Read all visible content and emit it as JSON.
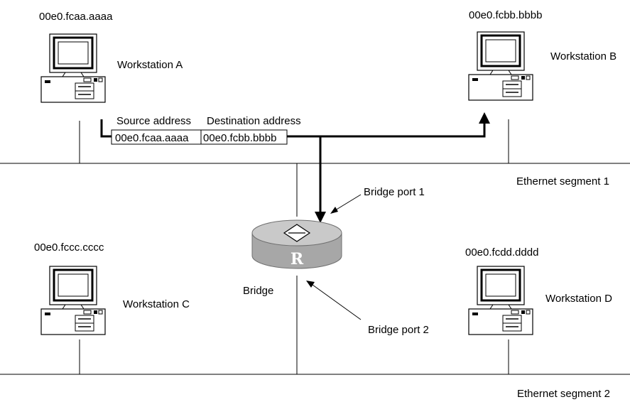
{
  "workstations": {
    "a": {
      "mac": "00e0.fcaa.aaaa",
      "label": "Workstation A"
    },
    "b": {
      "mac": "00e0.fcbb.bbbb",
      "label": "Workstation B"
    },
    "c": {
      "mac": "00e0.fccc.cccc",
      "label": "Workstation C"
    },
    "d": {
      "mac": "00e0.fcdd.dddd",
      "label": "Workstation D"
    }
  },
  "frame": {
    "source_header": "Source address",
    "destination_header": "Destination address",
    "source_value": "00e0.fcaa.aaaa",
    "destination_value": "00e0.fcbb.bbbb"
  },
  "segments": {
    "one": "Ethernet segment 1",
    "two": "Ethernet segment 2"
  },
  "bridge": {
    "label": "Bridge",
    "port1": "Bridge port 1",
    "port2": "Bridge port 2",
    "icon_letter": "R",
    "body_color": "#a7a7a7",
    "top_color": "#c9c9c9"
  }
}
